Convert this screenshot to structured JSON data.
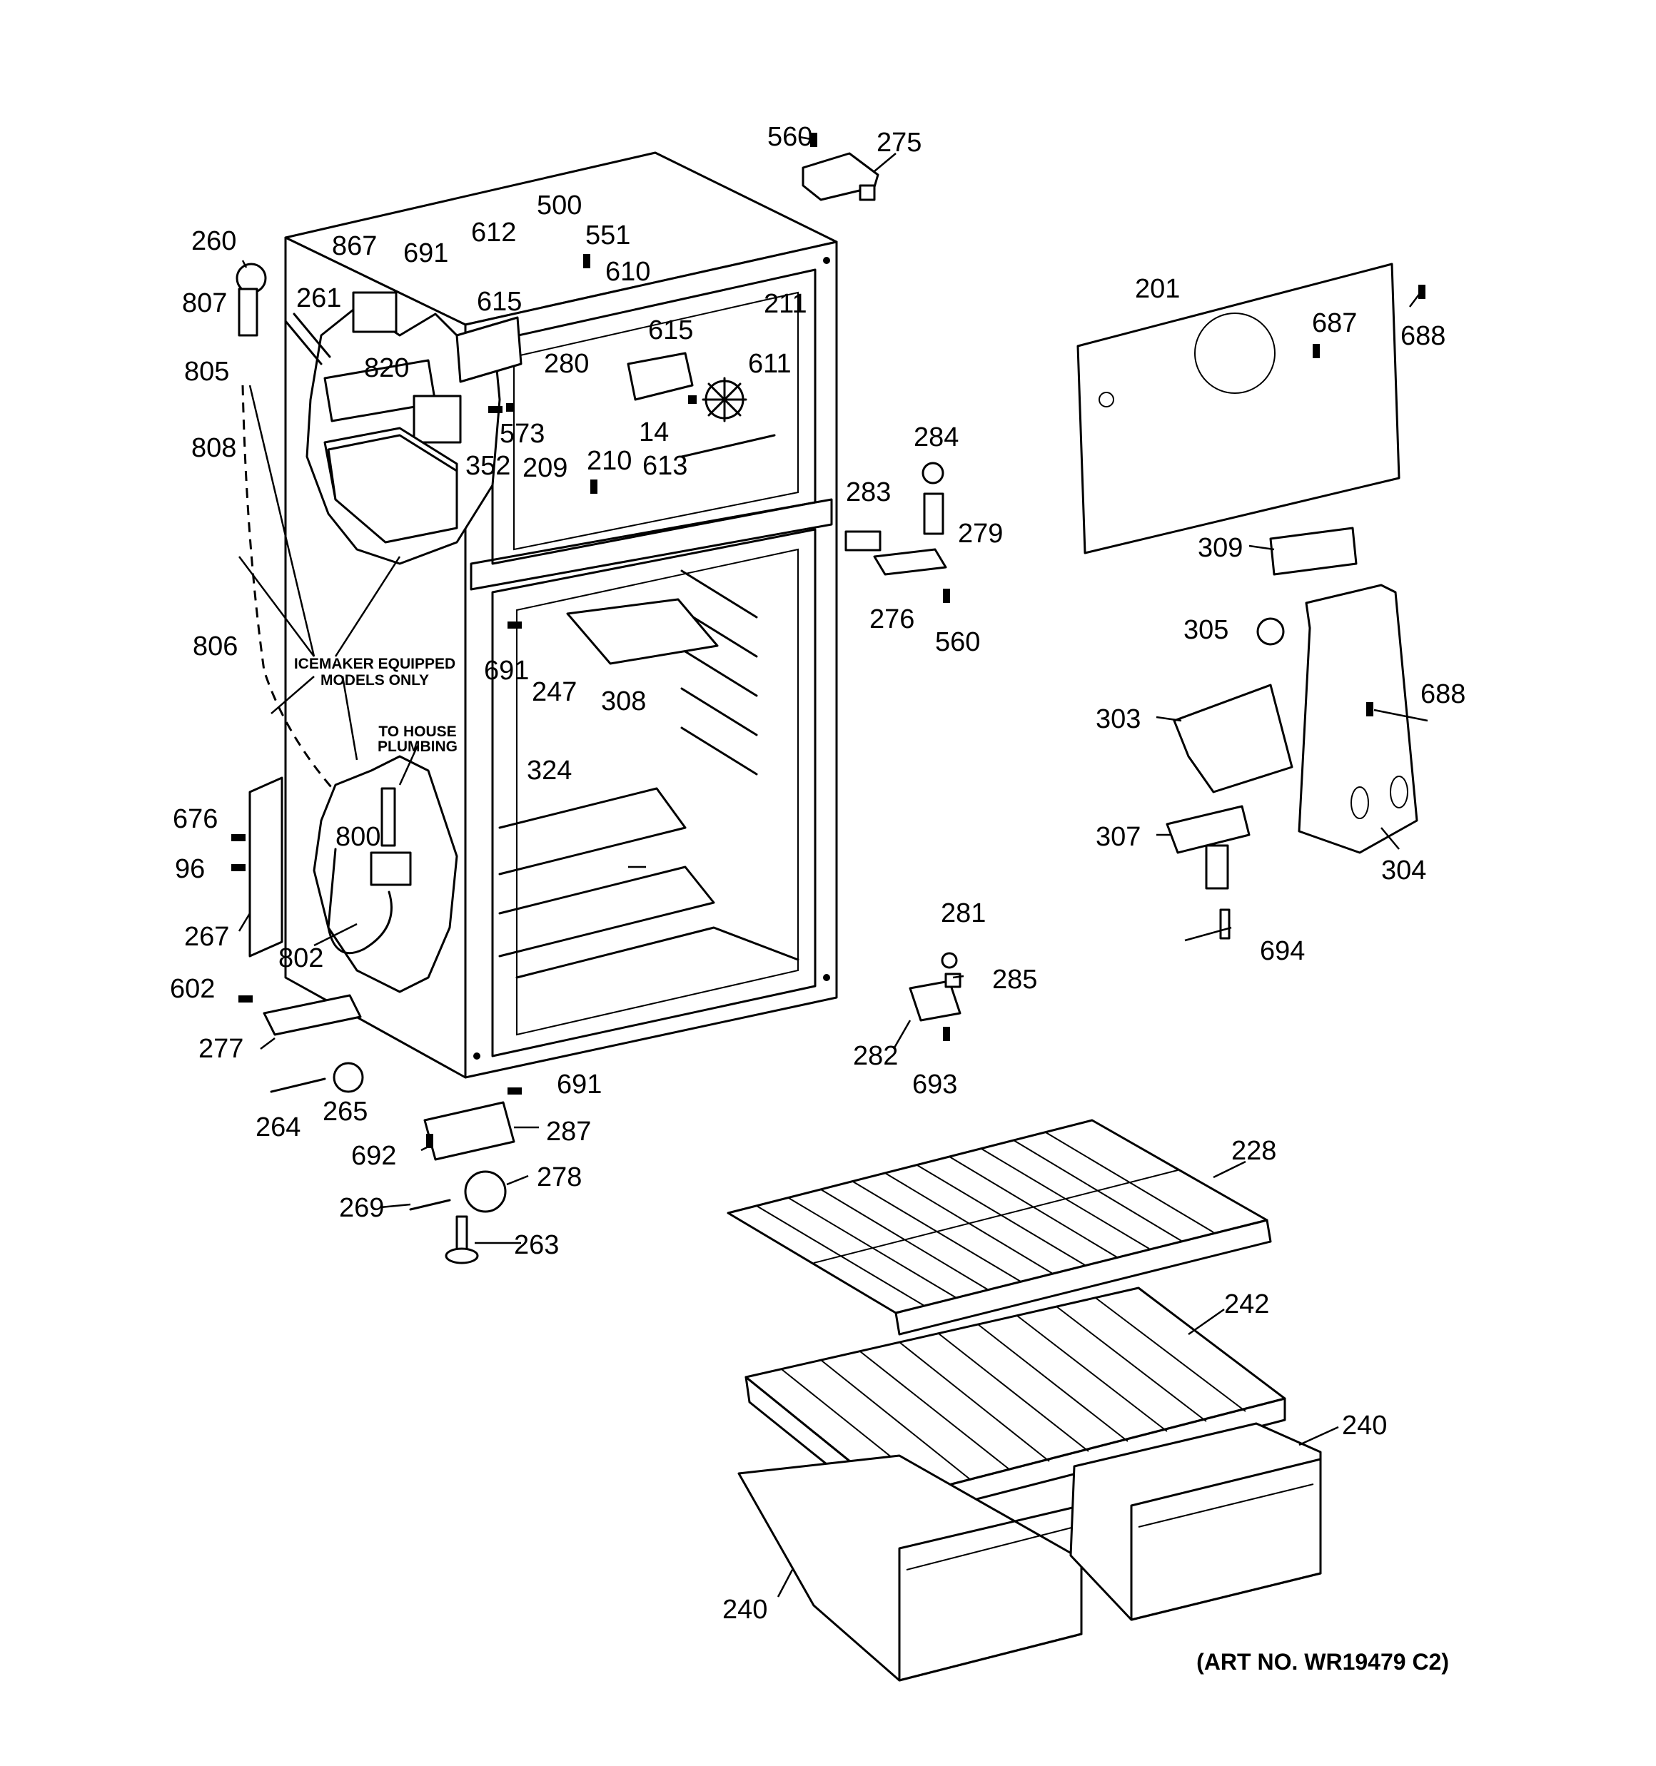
{
  "diagram": {
    "notes": {
      "icemaker_line1": "ICEMAKER EQUIPPED",
      "icemaker_line2": "MODELS ONLY",
      "plumbing_line1": "TO HOUSE",
      "plumbing_line2": "PLUMBING",
      "art_number": "(ART NO. WR19479 C2)"
    },
    "callouts": [
      "560",
      "275",
      "500",
      "612",
      "551",
      "691",
      "867",
      "260",
      "610",
      "807",
      "261",
      "615",
      "211",
      "201",
      "687",
      "688",
      "615",
      "611",
      "805",
      "820",
      "280",
      "573",
      "14",
      "209",
      "613",
      "284",
      "808",
      "210",
      "352",
      "283",
      "279",
      "309",
      "276",
      "560",
      "305",
      "806",
      "691",
      "247",
      "308",
      "688",
      "303",
      "324",
      "676",
      "800",
      "307",
      "304",
      "96",
      "267",
      "802",
      "694",
      "281",
      "285",
      "602",
      "282",
      "693",
      "277",
      "691",
      "264",
      "265",
      "287",
      "228",
      "692",
      "278",
      "269",
      "263",
      "242",
      "240",
      "240"
    ]
  }
}
